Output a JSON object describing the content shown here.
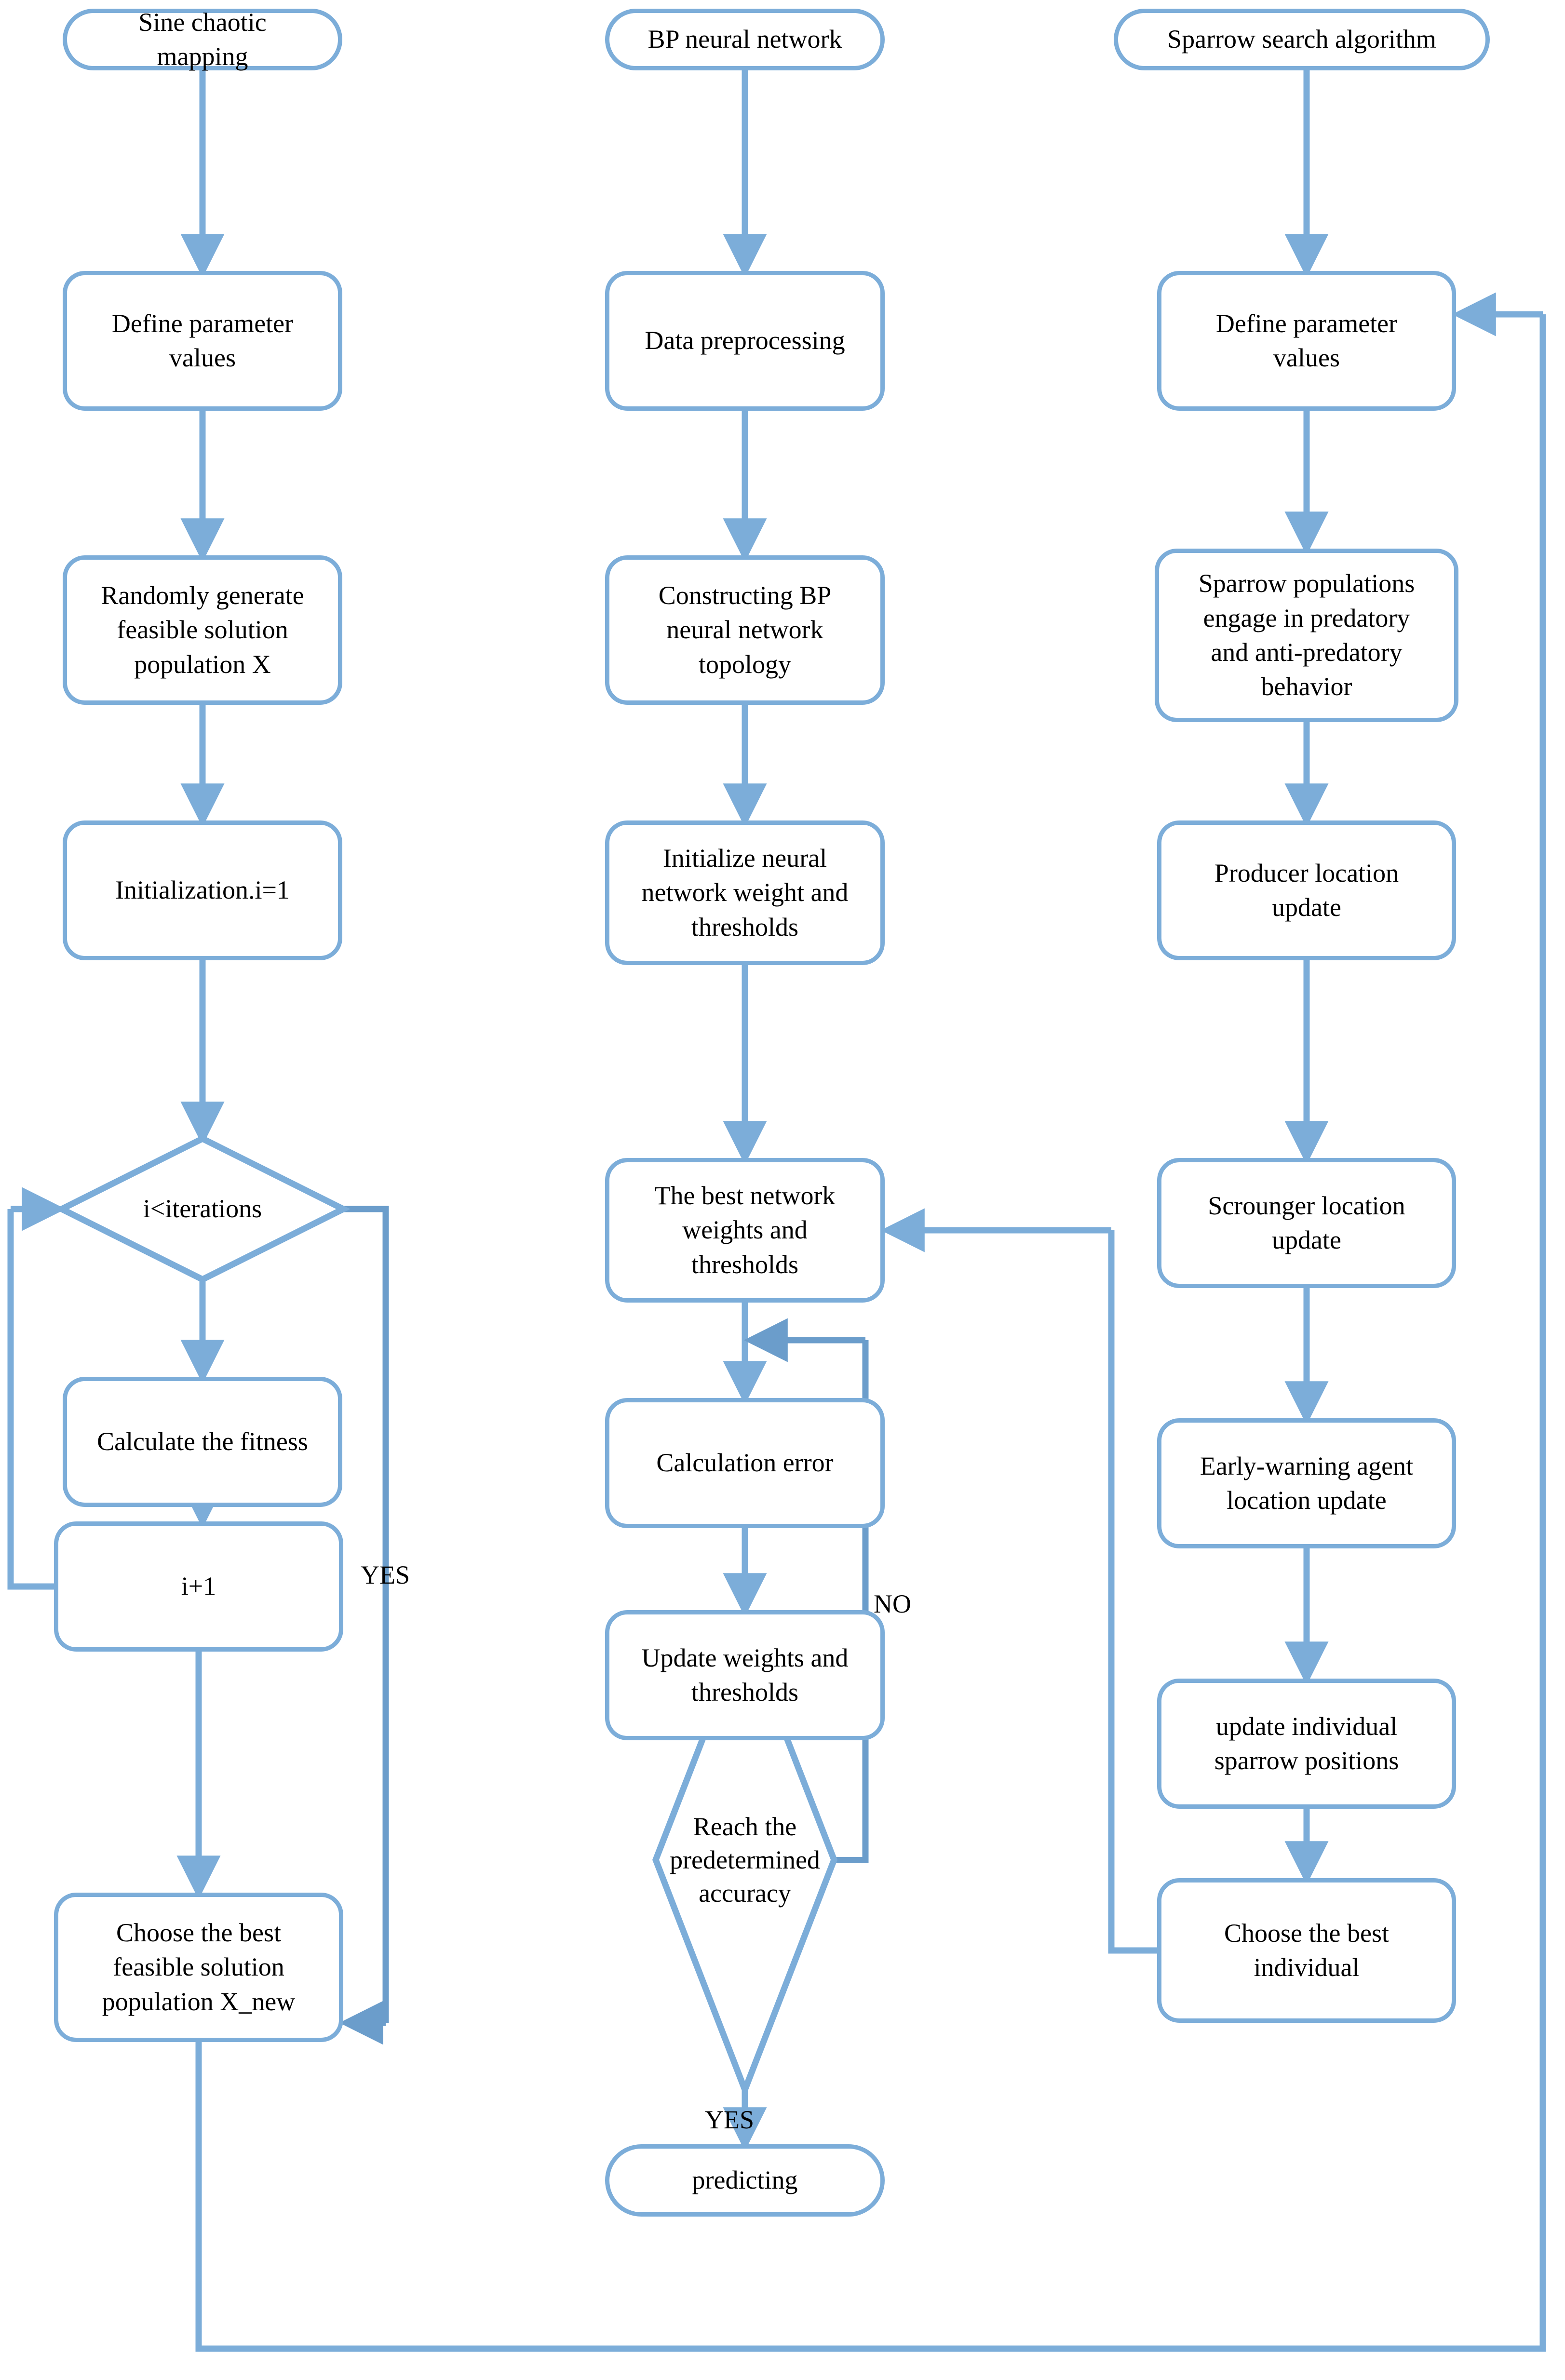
{
  "diagram": {
    "title": "SSA-BP hybrid algorithm flowchart",
    "accent_color": "#7cadd9",
    "text_color": "#000000",
    "background_color": "#ffffff"
  },
  "columns": {
    "left": {
      "header": "Sine chaotic mapping"
    },
    "middle": {
      "header": "BP neural network"
    },
    "right": {
      "header": "Sparrow search algorithm"
    }
  },
  "nodes": {
    "sine_chaotic_mapping": "Sine chaotic\nmapping",
    "define_parameter_values_left": "Define parameter\nvalues",
    "randomly_generate": "Randomly generate\nfeasible solution\npopulation X",
    "initialization": "Initialization.i=1",
    "i_lt_iterations": "i<iterations",
    "calculate_the_fitness": "Calculate the fitness",
    "i_plus_1": "i+1",
    "choose_best_feasible": "Choose the best\nfeasible solution\npopulation X_new",
    "bp_neural_network": "BP neural network",
    "data_preprocessing": "Data preprocessing",
    "constructing_bp": "Constructing BP\nneural network\ntopology",
    "initialize_neural": "Initialize neural\nnetwork weight and\nthresholds",
    "best_network_weights": "The best network\nweights and\nthresholds",
    "calculation_error": "Calculation error",
    "update_weights": "Update weights and\nthresholds",
    "reach_accuracy": "Reach the\npredetermined\naccuracy",
    "predicting": "predicting",
    "sparrow_search_algorithm": "Sparrow search algorithm",
    "define_parameter_values_right": "Define parameter\nvalues",
    "sparrow_populations": "Sparrow populations\nengage in predatory\nand anti-predatory\nbehavior",
    "producer_location_update": "Producer location\nupdate",
    "scrounger_location_update": "Scrounger location\nupdate",
    "early_warning_update": "Early-warning agent\nlocation update",
    "update_individual_sparrow": "update individual\nsparrow positions",
    "choose_best_individual": "Choose the best\nindividual"
  },
  "edge_labels": {
    "yes_iterations": "YES",
    "no_accuracy": "NO",
    "yes_accuracy": "YES"
  }
}
